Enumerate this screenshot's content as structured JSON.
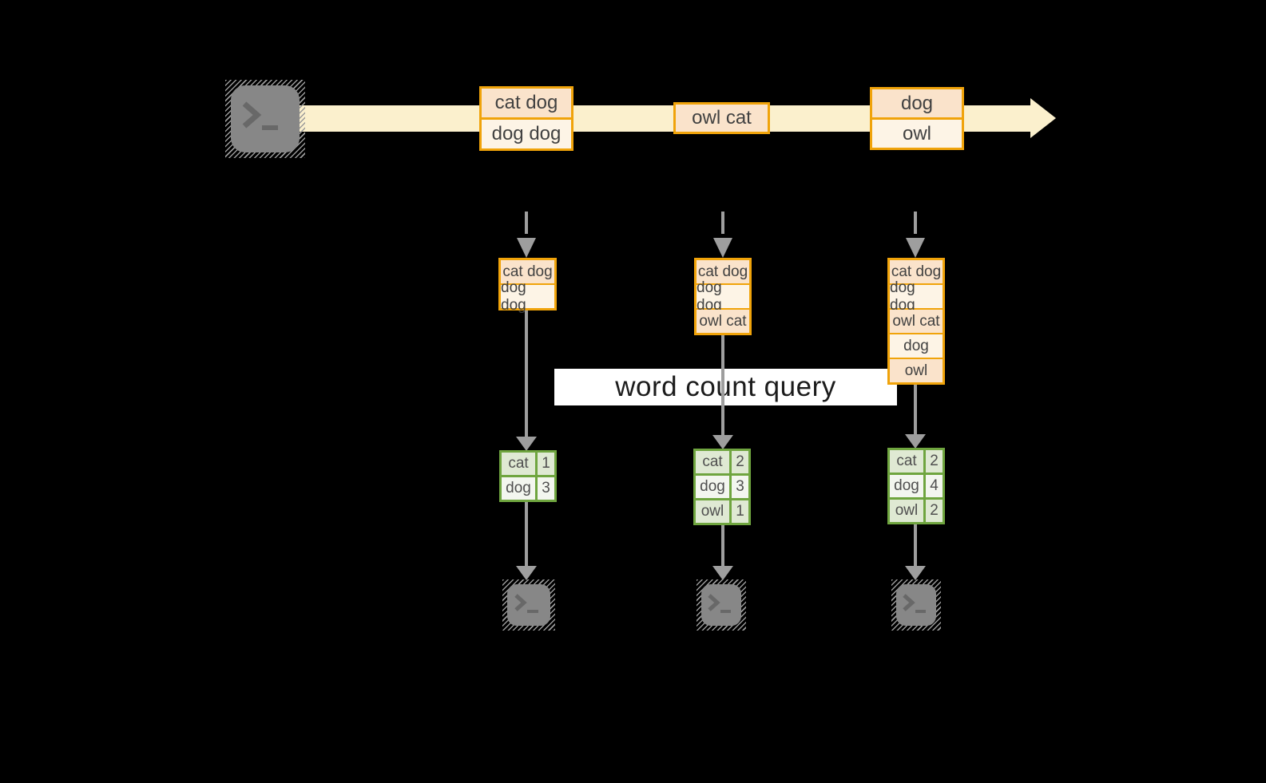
{
  "diagram_title": "word count query",
  "timeline": {
    "batches": [
      {
        "cells": [
          "cat dog",
          "dog dog"
        ]
      },
      {
        "cells": [
          "owl cat"
        ]
      },
      {
        "cells": [
          "dog",
          "owl"
        ]
      }
    ]
  },
  "micro_batches": [
    {
      "cells": [
        "cat dog",
        "dog dog"
      ]
    },
    {
      "cells": [
        "cat dog",
        "dog dog",
        "owl cat"
      ]
    },
    {
      "cells": [
        "cat dog",
        "dog dog",
        "owl cat",
        "dog",
        "owl"
      ]
    }
  ],
  "count_tables": [
    {
      "rows": [
        {
          "word": "cat",
          "count": "1"
        },
        {
          "word": "dog",
          "count": "3"
        }
      ]
    },
    {
      "rows": [
        {
          "word": "cat",
          "count": "2"
        },
        {
          "word": "dog",
          "count": "3"
        },
        {
          "word": "owl",
          "count": "1"
        }
      ]
    },
    {
      "rows": [
        {
          "word": "cat",
          "count": "2"
        },
        {
          "word": "dog",
          "count": "4"
        },
        {
          "word": "owl",
          "count": "2"
        }
      ]
    }
  ],
  "icons": {
    "source": "terminal-icon",
    "sinks": [
      "terminal-icon",
      "terminal-icon",
      "terminal-icon"
    ]
  },
  "colors": {
    "background": "#000000",
    "orange_border": "#F0A30A",
    "peach_fill": "#FAE3CB",
    "cream_fill": "#FDF4E6",
    "timeline_band": "#FBF0CD",
    "green_border": "#6FA53F",
    "green_fill": "#DFE9D3",
    "green_fill_alt": "#F3F6EF",
    "arrow_gray": "#9E9E9E",
    "terminal_gray": "#878787"
  }
}
